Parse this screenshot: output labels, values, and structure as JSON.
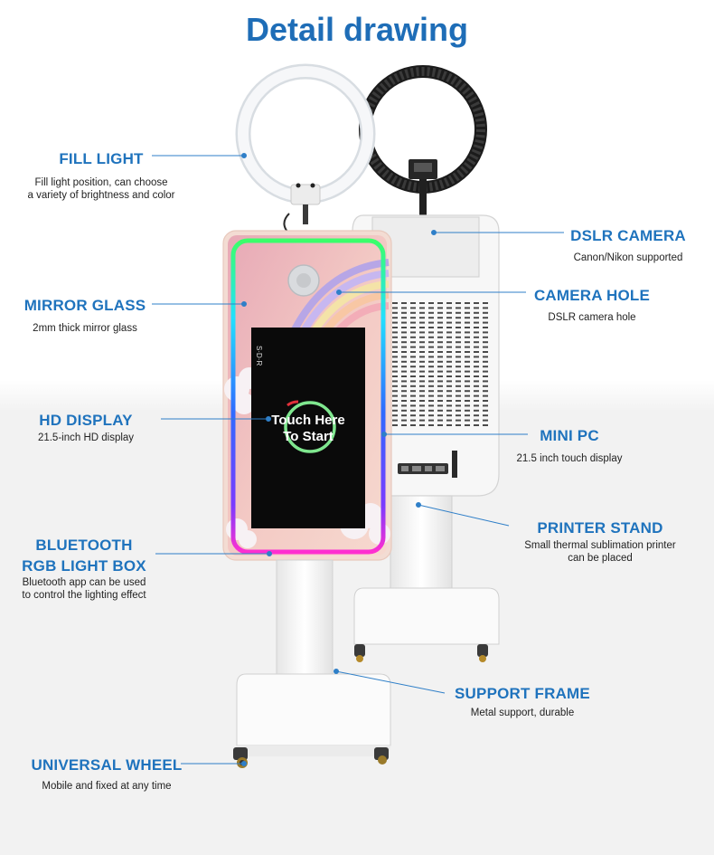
{
  "title": "Detail drawing",
  "screen": {
    "cta_line1": "Touch Here",
    "cta_line2": "To Start"
  },
  "labels": {
    "fill_light": {
      "title": "FILL LIGHT",
      "desc1": "Fill light position, can choose",
      "desc2": "a variety of brightness and color"
    },
    "dslr_camera": {
      "title": "DSLR CAMERA",
      "desc1": "Canon/Nikon supported"
    },
    "mirror_glass": {
      "title": "MIRROR GLASS",
      "desc1": "2mm thick mirror glass"
    },
    "camera_hole": {
      "title": "CAMERA HOLE",
      "desc1": "DSLR camera hole"
    },
    "hd_display": {
      "title": "HD DISPLAY",
      "desc1": "21.5-inch HD display"
    },
    "mini_pc": {
      "title": "MINI PC",
      "desc1": "21.5 inch touch display"
    },
    "printer_stand": {
      "title": "PRINTER STAND",
      "desc1": "Small thermal sublimation printer",
      "desc2": "can be placed"
    },
    "bluetooth": {
      "title1": "BLUETOOTH",
      "title2": "RGB LIGHT BOX",
      "desc1": "Bluetooth app can be used",
      "desc2": "to control the lighting effect"
    },
    "support_frame": {
      "title": "SUPPORT FRAME",
      "desc1": "Metal support, durable"
    },
    "universal_wheel": {
      "title": "UNIVERSAL WHEEL",
      "desc1": "Mobile and fixed at any time"
    }
  },
  "colors": {
    "accent": "#1f73bd",
    "leader": "#2f7fc8",
    "background_lower": "#f2f2f2"
  }
}
